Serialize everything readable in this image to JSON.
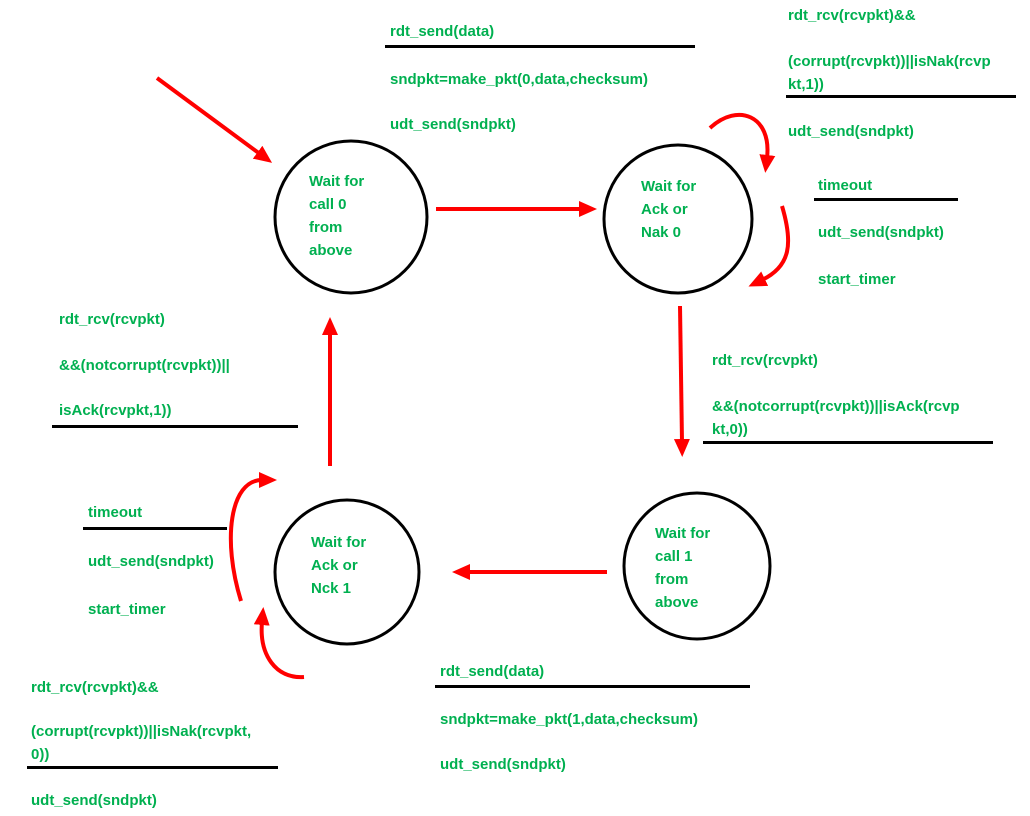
{
  "diagram_type": "state-machine",
  "colors": {
    "label_green": "#00B050",
    "arrow_red": "#FF0000",
    "outline_black": "#000000",
    "background": "#FFFFFF"
  },
  "states": {
    "wait_call_0": {
      "lines": [
        "Wait for",
        "call 0",
        "from",
        "above"
      ]
    },
    "wait_acknak_0": {
      "lines": [
        "Wait for",
        "Ack or",
        "Nak 0"
      ]
    },
    "wait_call_1": {
      "lines": [
        "Wait for",
        "call 1",
        "from",
        "above"
      ]
    },
    "wait_acknck_1": {
      "lines": [
        "Wait for",
        "Ack or",
        "Nck 1"
      ]
    }
  },
  "labels": {
    "send0": {
      "lines": [
        "rdt_send(data)",
        "sndpkt=make_pkt(0,data,checksum)",
        "udt_send(sndpkt)"
      ]
    },
    "nak0": {
      "lines": [
        "rdt_rcv(rcvpkt)&&",
        "(corrupt(rcvpkt))||isNak(rcvp",
        "kt,1))",
        "udt_send(sndpkt)"
      ]
    },
    "timeout0": {
      "lines": [
        "timeout",
        "udt_send(sndpkt)",
        "start_timer"
      ]
    },
    "ack1": {
      "lines": [
        "rdt_rcv(rcvpkt)",
        "&&(notcorrupt(rcvpkt))||",
        "isAck(rcvpkt,1))"
      ]
    },
    "ack0": {
      "lines": [
        "rdt_rcv(rcvpkt)",
        "&&(notcorrupt(rcvpkt))||isAck(rcvp",
        "kt,0))"
      ]
    },
    "timeout1": {
      "lines": [
        "timeout",
        "udt_send(sndpkt)",
        "start_timer"
      ]
    },
    "nak1": {
      "lines": [
        "rdt_rcv(rcvpkt)&&",
        "(corrupt(rcvpkt))||isNak(rcvpkt,",
        "0))",
        "udt_send(sndpkt)"
      ]
    },
    "send1": {
      "lines": [
        "rdt_send(data)",
        "sndpkt=make_pkt(1,data,checksum)",
        "udt_send(sndpkt)"
      ]
    }
  }
}
